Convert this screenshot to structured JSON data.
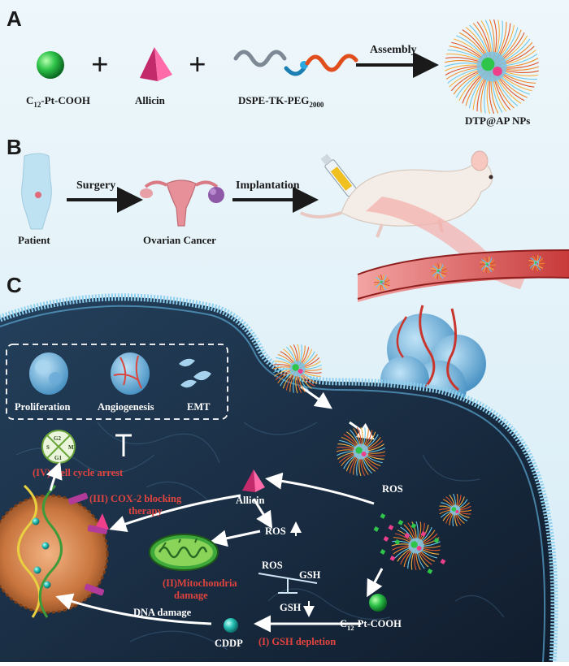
{
  "panels": {
    "a": "A",
    "b": "B",
    "c": "C"
  },
  "panel_a": {
    "component1": "C",
    "component1_sub": "12",
    "component1_rest": "-Pt-COOH",
    "component2": "Allicin",
    "component3": "DSPE-TK-PEG",
    "component3_sub": "2000",
    "plus": "+",
    "arrow_label": "Assembly",
    "product": "DTP@AP NPs"
  },
  "panel_b": {
    "patient": "Patient",
    "step1": "Surgery",
    "ovarian": "Ovarian Cancer",
    "step2": "Implantation"
  },
  "panel_c": {
    "box_items": [
      "Proliferation",
      "Angiogenesis",
      "EMT"
    ],
    "cell_cycle_phases": [
      "G2",
      "M",
      "S",
      "G1"
    ],
    "step4": "(IV) Cell cycle arrest",
    "step3_line1": "(III) COX-2 blocking",
    "step3_line2": "therapy",
    "allicin": "Allicin",
    "ros_nano": "ROS",
    "ros_up": "ROS",
    "step2_line1": "(II)Mitochondria",
    "step2_line2": "damage",
    "ros_balance": "ROS",
    "gsh_balance": "GSH",
    "gsh_down": "GSH",
    "pt_prefix": "C",
    "pt_sub": "12",
    "pt_rest": "-Pt-COOH",
    "cddp": "CDDP",
    "dna_damage": "DNA damage",
    "step1": "(I) GSH depletion"
  },
  "colors": {
    "background_top": "#e4f1f8",
    "cell_interior": "#1b2d44",
    "membrane": "#8fd0ee",
    "red_label": "#e0443e",
    "green_sphere": "#2fc44a",
    "pink_pyramid": "#ee3f8a",
    "teal_sphere": "#27c0b5",
    "vessel": "#d94a4a"
  }
}
